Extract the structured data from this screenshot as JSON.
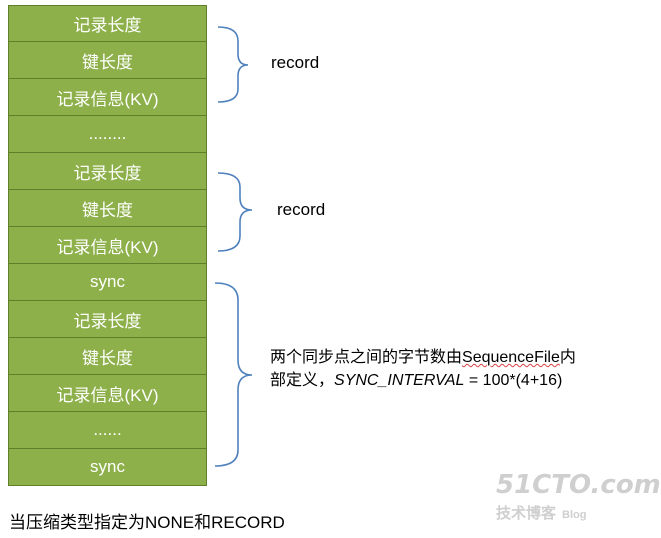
{
  "stack": [
    {
      "label": "记录长度"
    },
    {
      "label": "键长度"
    },
    {
      "label": "记录信息(KV)"
    },
    {
      "label": "........"
    },
    {
      "label": "记录长度"
    },
    {
      "label": "键长度"
    },
    {
      "label": "记录信息(KV)"
    },
    {
      "label": "sync"
    },
    {
      "label": "记录长度"
    },
    {
      "label": "键长度"
    },
    {
      "label": "记录信息(KV)"
    },
    {
      "label": "......"
    },
    {
      "label": "sync"
    }
  ],
  "brace_labels": {
    "record_1": "record",
    "record_2": "record"
  },
  "note": {
    "line1_prefix": "两个同步点之间的字节数由",
    "line1_term": "SequenceFile",
    "line1_suffix": "内",
    "line2_prefix": "部定义，",
    "line2_formula": "SYNC_INTERVAL",
    "line2_value": " = 100*(4+16)"
  },
  "caption": "当压缩类型指定为NONE和RECORD",
  "watermark": {
    "brand": "51CTO.com",
    "sub": "技术博客",
    "tag": "Blog"
  },
  "colors": {
    "cell_fill": "#8db04a",
    "cell_border": "#5f7f2a",
    "brace": "#4f81bd"
  }
}
